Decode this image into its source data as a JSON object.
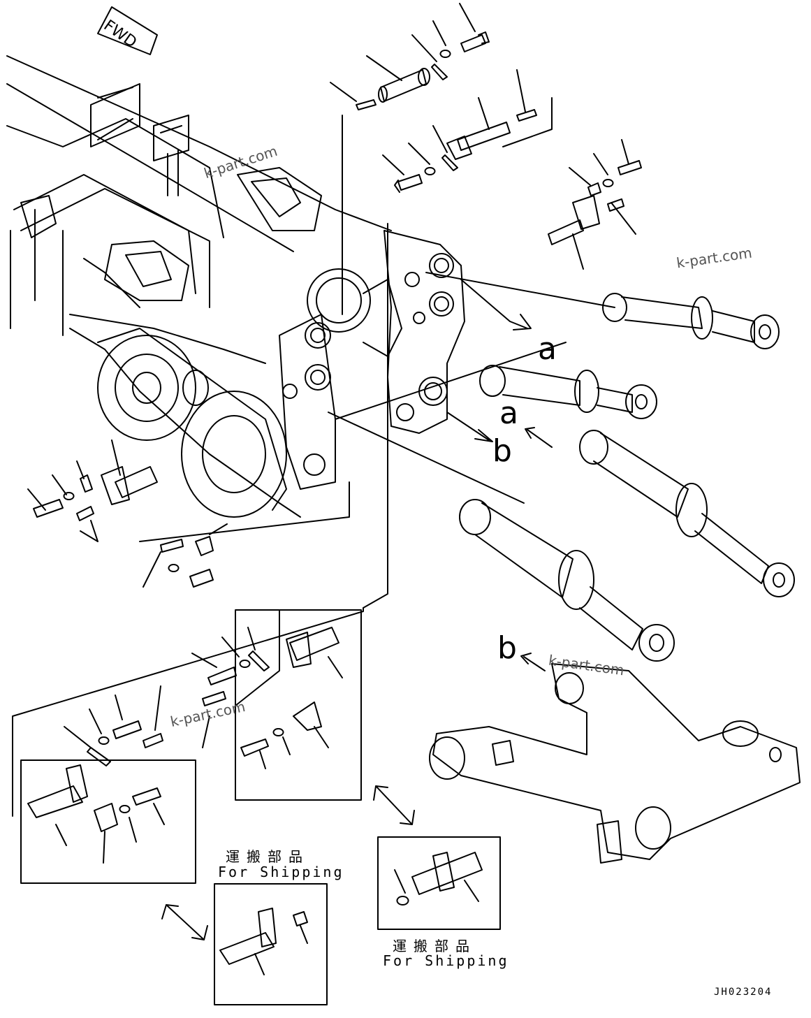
{
  "fwd_label": "FWD",
  "callouts": {
    "a1": "a",
    "a2": "a",
    "b1": "b",
    "b2": "b"
  },
  "watermark": "k-part.com",
  "shipping_jp": "運搬部品",
  "shipping_en": "For Shipping",
  "drawing_code": "JH023204"
}
